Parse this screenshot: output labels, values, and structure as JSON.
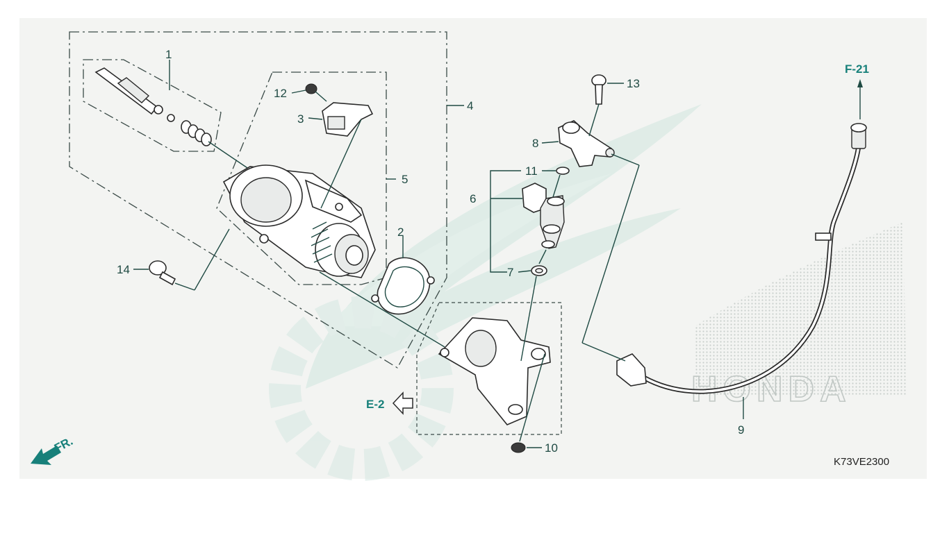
{
  "callouts": {
    "c1": "1",
    "c2": "2",
    "c3": "3",
    "c4": "4",
    "c5": "5",
    "c6": "6",
    "c7": "7",
    "c8": "8",
    "c9": "9",
    "c10": "10",
    "c11": "11",
    "c12": "12",
    "c13": "13",
    "c14": "14"
  },
  "refs": {
    "f21": "F-21",
    "e2": "E-2",
    "fr": "FR."
  },
  "diagram_code": "K73VE2300",
  "watermark": {
    "brand_text": "HONDA"
  },
  "colors": {
    "accent": "#17807a",
    "line": "#1f4a43",
    "watermark": "#cfe6df",
    "paper": "#f3f4f2"
  }
}
